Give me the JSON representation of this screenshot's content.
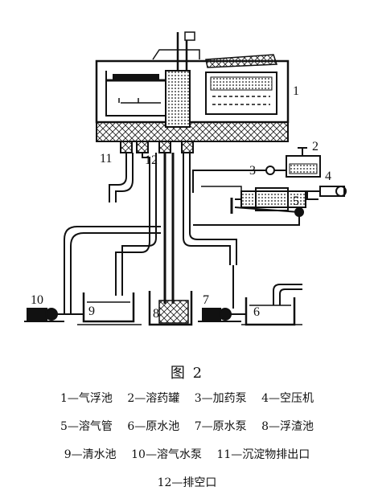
{
  "figure": {
    "caption": "图 2",
    "numbers": [
      "1",
      "2",
      "3",
      "4",
      "5",
      "6",
      "7",
      "8",
      "9",
      "10",
      "11",
      "12"
    ]
  },
  "legend": {
    "row1": [
      "1—气浮池",
      "2—溶药罐",
      "3—加药泵",
      "4—空压机"
    ],
    "row2": [
      "5—溶气管",
      "6—原水池",
      "7—原水泵",
      "8—浮渣池"
    ],
    "row3": [
      "9—清水池",
      "10—溶气水泵",
      "11—沉淀物排出口"
    ],
    "row4": [
      "12—排空口"
    ]
  }
}
